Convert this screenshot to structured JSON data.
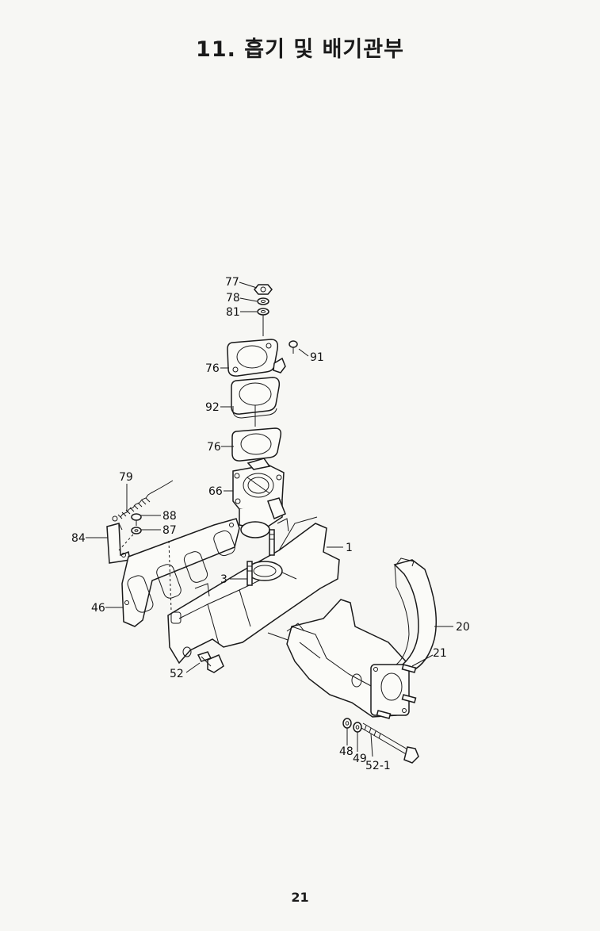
{
  "page": {
    "title": "11. 흡기 및 배기관부",
    "page_number": "21"
  },
  "labels": {
    "l77": "77",
    "l78": "78",
    "l81": "81",
    "l91": "91",
    "l76a": "76",
    "l92": "92",
    "l76b": "76",
    "l79": "79",
    "l66": "66",
    "l88": "88",
    "l87": "87",
    "l84": "84",
    "l1": "1",
    "l3": "3",
    "l46": "46",
    "l20": "20",
    "l21": "21",
    "l52": "52",
    "l48": "48",
    "l49": "49",
    "l52_1": "52-1"
  }
}
